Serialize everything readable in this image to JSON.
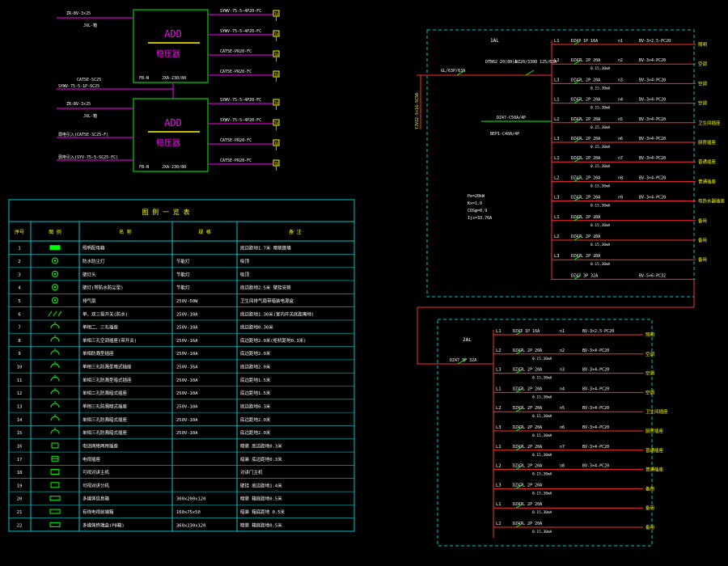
{
  "colors": {
    "bg": "#000000",
    "frame": "#00c8c8",
    "wire": "#ff3030",
    "text": "#ffffff",
    "label": "#ffff00",
    "green": "#00ff00",
    "magenta": "#ff00ff"
  },
  "top_left": {
    "box1": {
      "title": "ADD",
      "sub": "稳压器",
      "lb_left": "FB-N",
      "lb_right": "JXA-230/80",
      "in_top": "ZR-BV-3×25",
      "in_top2": "JXL-箱",
      "outputs": [
        "SYWV-75-5-4P20-FC",
        "SYWV-75-5-4P20-FC",
        "CAT5E-PR20-FC",
        "CAT5E-PR20-FC"
      ],
      "out_labels": [
        "TV",
        "TV",
        "TD",
        "TD"
      ],
      "bottom_in": "CAT5E-SC25",
      "bottom_in2": "SYWV-75-5-1P-SC25"
    },
    "box2": {
      "title": "ADD",
      "sub": "稳压器",
      "lb_left": "FB-N",
      "lb_right": "JXA-230/80",
      "in_top": "ZR-BV-3×25",
      "in_top2": "JXL-箱",
      "in_mid": "弱电引入(CAT5E-SC25-F)",
      "in_bot": "弱电引入(SYV-75-5-SC25-FC)",
      "outputs": [
        "SYWV-75-5-4P20-FC",
        "SYWV-75-5-4P20-FC",
        "CAT5E-PR20-FC",
        "CAT5E-PR20-FC"
      ],
      "out_labels": [
        "TV",
        "TV",
        "TD",
        "TD"
      ]
    }
  },
  "legend": {
    "title": "图 例 一 览 表",
    "headers": [
      "序号",
      "图 例",
      "名 称",
      "规 格",
      "备 注"
    ],
    "rows": [
      [
        "1",
        "",
        "照明配电箱",
        "",
        "底边距地1.7米 暗装嵌墙"
      ],
      [
        "2",
        "",
        "防水防尘灯",
        "节能灯",
        "吸顶"
      ],
      [
        "3",
        "",
        "壁灯头",
        "节能灯",
        "吸顶"
      ],
      [
        "4",
        "",
        "壁灯(带防水防尘型)",
        "节能灯",
        "底边距地2.5米 壁挂安装"
      ],
      [
        "5",
        "",
        "排气扇",
        "250V-50W",
        "卫生间排气扇带暗装电源盒"
      ],
      [
        "6",
        "",
        "单、双三极开关(防水)",
        "250V-10A",
        "底边距地1.30米(室内开关底距离地)"
      ],
      [
        "7",
        "",
        "单相二、三孔插座",
        "250V-10A",
        "底边距地0.30米"
      ],
      [
        "8",
        "",
        "单相三孔空调插座(带开关)",
        "250V-16A",
        "底边距地2.0米(柜机距地0.3米)"
      ],
      [
        "9",
        "",
        "单相防溅型插座",
        "250V-10A",
        "底边距地2.0米"
      ],
      [
        "10",
        "",
        "单相三孔防溅型暗式插座",
        "250V-16A",
        "底边距地2.0米"
      ],
      [
        "11",
        "",
        "单相三孔防溅型暗式插座",
        "250V-10A",
        "底边距地1.5米"
      ],
      [
        "12",
        "",
        "单相二孔防溅暗式插座",
        "250V-10A",
        "底边距地1.5米"
      ],
      [
        "13",
        "",
        "单相三孔防溅暗式插座",
        "250V-10A",
        "底边距地0.3米"
      ],
      [
        "14",
        "",
        "单相三孔防溅暗式插座",
        "250V-10A",
        "底边距地2.0米"
      ],
      [
        "15",
        "",
        "单相三孔防溅暗式插座",
        "250V-10A",
        "底边距地2.0米"
      ],
      [
        "16",
        "",
        "电话网络两用插座",
        "",
        "暗装 底边距地0.3米"
      ],
      [
        "17",
        "",
        "电视插座",
        "",
        "暗装 底边距地0.3米"
      ],
      [
        "18",
        "",
        "可视对讲主机",
        "",
        "对讲门主机"
      ],
      [
        "19",
        "",
        "可视对讲分机",
        "",
        "壁挂 底边距地1.4米"
      ],
      [
        "20",
        "",
        "多媒体信息箱",
        "300x200x120",
        "暗装 箱底距地0.5米"
      ],
      [
        "21",
        "",
        "有线电视前端箱",
        "160x75x50",
        "暗装 箱底距地 0.5米"
      ],
      [
        "22",
        "",
        "多媒体终端盒(PB箱)",
        "360x230x120",
        "暗装 箱底距地0.5米"
      ]
    ]
  },
  "panel1": {
    "name": "1AL",
    "main_switch": "GL/63P/63A",
    "incoming": "YJV22-5×16-SC50",
    "meter": "DTB62 20(80)A",
    "breaker": "DZ20/3300 125/63A",
    "spd": "DZ47-C50A/4P",
    "rcd": "BEP1-C40A/4P",
    "params": [
      "Pe=20kW",
      "Kx=1.0",
      "COSφ=0.9",
      "Ijs=33.76A"
    ],
    "circuits": [
      {
        "phase": "L1",
        "brk": "DZ47 1P 16A",
        "rcd": "",
        "n": "n1",
        "cable": "BV-3×2.5-PC20",
        "use": "照明"
      },
      {
        "phase": "L2",
        "brk": "DZ47L 2P 20A",
        "rcd": "0.15,30mA",
        "n": "n2",
        "cable": "BV-3×4-PC20",
        "use": "空调"
      },
      {
        "phase": "L3",
        "brk": "DZ47L 2P 20A",
        "rcd": "0.15,30mA",
        "n": "n3",
        "cable": "BV-3×4-PC20",
        "use": "空调"
      },
      {
        "phase": "L1",
        "brk": "DZ47L 2P 20A",
        "rcd": "0.15,30mA",
        "n": "n4",
        "cable": "BV-3×4-PC20",
        "use": "空调"
      },
      {
        "phase": "L2",
        "brk": "DZ47L 2P 20A",
        "rcd": "0.15,30mA",
        "n": "n5",
        "cable": "BV-3×4-PC20",
        "use": "卫生间插座"
      },
      {
        "phase": "L3",
        "brk": "DZ47L 2P 20A",
        "rcd": "0.15,30mA",
        "n": "n6",
        "cable": "BV-3×4-PC20",
        "use": "厨房插座"
      },
      {
        "phase": "L1",
        "brk": "DZ47L 2P 20A",
        "rcd": "0.15,30mA",
        "n": "n7",
        "cable": "BV-3×4-PC20",
        "use": "普通插座"
      },
      {
        "phase": "L2",
        "brk": "DZ47L 2P 20A",
        "rcd": "0.15,30mA",
        "n": "n8",
        "cable": "BV-3×4-PC20",
        "use": "普通插座"
      },
      {
        "phase": "L3",
        "brk": "DZ47L 2P 20A",
        "rcd": "0.15,30mA",
        "n": "n9",
        "cable": "BV-3×4-PC20",
        "use": "电热水器插座"
      },
      {
        "phase": "L1",
        "brk": "DZ47L 2P 20A",
        "rcd": "0.15,30mA",
        "n": "",
        "cable": "",
        "use": "备用"
      },
      {
        "phase": "L2",
        "brk": "DZ47L 2P 20A",
        "rcd": "0.15,30mA",
        "n": "",
        "cable": "",
        "use": "备用"
      },
      {
        "phase": "L3",
        "brk": "DZ47L 2P 20A",
        "rcd": "0.15,30mA",
        "n": "",
        "cable": "",
        "use": "备用"
      },
      {
        "phase": "",
        "brk": "DZ47 3P 32A",
        "rcd": "",
        "n": "",
        "cable": "BV-5×6-PC32",
        "use": ""
      }
    ]
  },
  "panel2": {
    "name": "2AL",
    "main": "DZ47 3P 32A",
    "circuits": [
      {
        "phase": "L1",
        "brk": "DZ47 1P 16A",
        "rcd": "",
        "n": "n1",
        "cable": "BV-3×2.5-PC20",
        "use": "照明"
      },
      {
        "phase": "L2",
        "brk": "DZ47L 2P 20A",
        "rcd": "0.15,30mA",
        "n": "n2",
        "cable": "BV-3×4-PC20",
        "use": "空调"
      },
      {
        "phase": "L3",
        "brk": "DZ47L 2P 20A",
        "rcd": "0.15,30mA",
        "n": "n3",
        "cable": "BV-3×4-PC20",
        "use": "空调"
      },
      {
        "phase": "L1",
        "brk": "DZ47L 2P 20A",
        "rcd": "0.15,30mA",
        "n": "n4",
        "cable": "BV-3×4-PC20",
        "use": "空调"
      },
      {
        "phase": "L2",
        "brk": "DZ47L 2P 20A",
        "rcd": "0.15,30mA",
        "n": "n5",
        "cable": "BV-3×4-PC20",
        "use": "卫生间插座"
      },
      {
        "phase": "L3",
        "brk": "DZ47L 2P 20A",
        "rcd": "0.15,30mA",
        "n": "n6",
        "cable": "BV-3×4-PC20",
        "use": "厨房插座"
      },
      {
        "phase": "L1",
        "brk": "DZ47L 2P 20A",
        "rcd": "0.15,30mA",
        "n": "n7",
        "cable": "BV-3×4-PC20",
        "use": "普通插座"
      },
      {
        "phase": "L2",
        "brk": "DZ47L 2P 20A",
        "rcd": "0.15,30mA",
        "n": "n8",
        "cable": "BV-3×4-PC20",
        "use": "普通插座"
      },
      {
        "phase": "L3",
        "brk": "DZ47L 2P 20A",
        "rcd": "0.15,30mA",
        "n": "",
        "cable": "",
        "use": "备用"
      },
      {
        "phase": "L1",
        "brk": "DZ47L 2P 20A",
        "rcd": "0.15,30mA",
        "n": "",
        "cable": "",
        "use": "备用"
      },
      {
        "phase": "L2",
        "brk": "DZ47L 2P 20A",
        "rcd": "0.15,30mA",
        "n": "",
        "cable": "",
        "use": "备用"
      }
    ]
  }
}
